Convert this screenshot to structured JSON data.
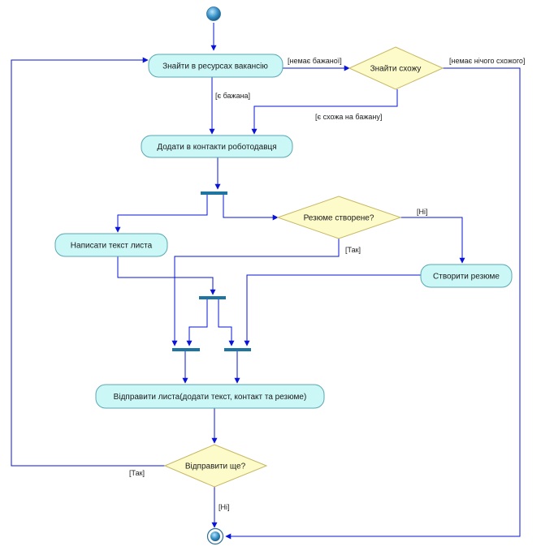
{
  "colors": {
    "flow": "#0a14d6",
    "action_fill": "#ccf7f7",
    "action_stroke": "#5aa7b2",
    "decision_fill": "#fdfbc9",
    "decision_stroke": "#c7b765",
    "sync_bar": "#1f74a0"
  },
  "actions": {
    "find_vacancy": "Знайти в ресурсах вакансію",
    "add_contacts": "Додати в контакти роботодавця",
    "write_letter": "Написати текст листа",
    "create_resume": "Створити резюме",
    "send_letter": "Відправити листа(додати текст, контакт та резюме)"
  },
  "decisions": {
    "find_similar": "Знайти схожу",
    "resume_created": "Резюме створене?",
    "send_more": "Відправити ще?"
  },
  "guards": {
    "no_desired": "[немає бажаної]",
    "has_desired": "[є бажана]",
    "nothing_similar": "[немає нічого схожого]",
    "similar_found": "[є схожа на бажану]",
    "resume_no": "[Ні]",
    "resume_yes": "[Так]",
    "send_yes": "[Так]",
    "send_no": "[Ні]"
  }
}
